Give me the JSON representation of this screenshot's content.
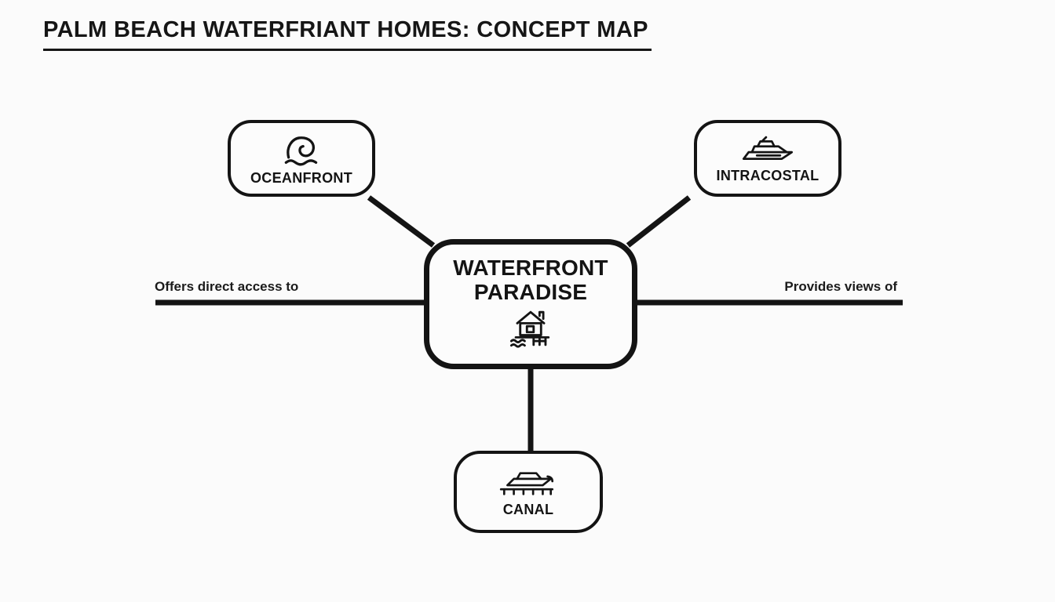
{
  "title": "PALM BEACH WATERFRIANT HOMES: CONCEPT MAP",
  "center_node": {
    "label": "WATERFRONT PARADISE",
    "icon": "house-on-dock-icon"
  },
  "nodes": [
    {
      "id": "oceanfront",
      "label": "OCEANFRONT",
      "icon": "ocean-wave-icon"
    },
    {
      "id": "intracoastal",
      "label": "INTRACOSTAL",
      "icon": "yacht-icon"
    },
    {
      "id": "canal",
      "label": "CANAL",
      "icon": "docked-boat-icon"
    }
  ],
  "edge_labels": {
    "left": "Offers direct access to",
    "right": "Provides views of"
  },
  "colors": {
    "ink": "#141414",
    "background": "#fbfbfb"
  }
}
